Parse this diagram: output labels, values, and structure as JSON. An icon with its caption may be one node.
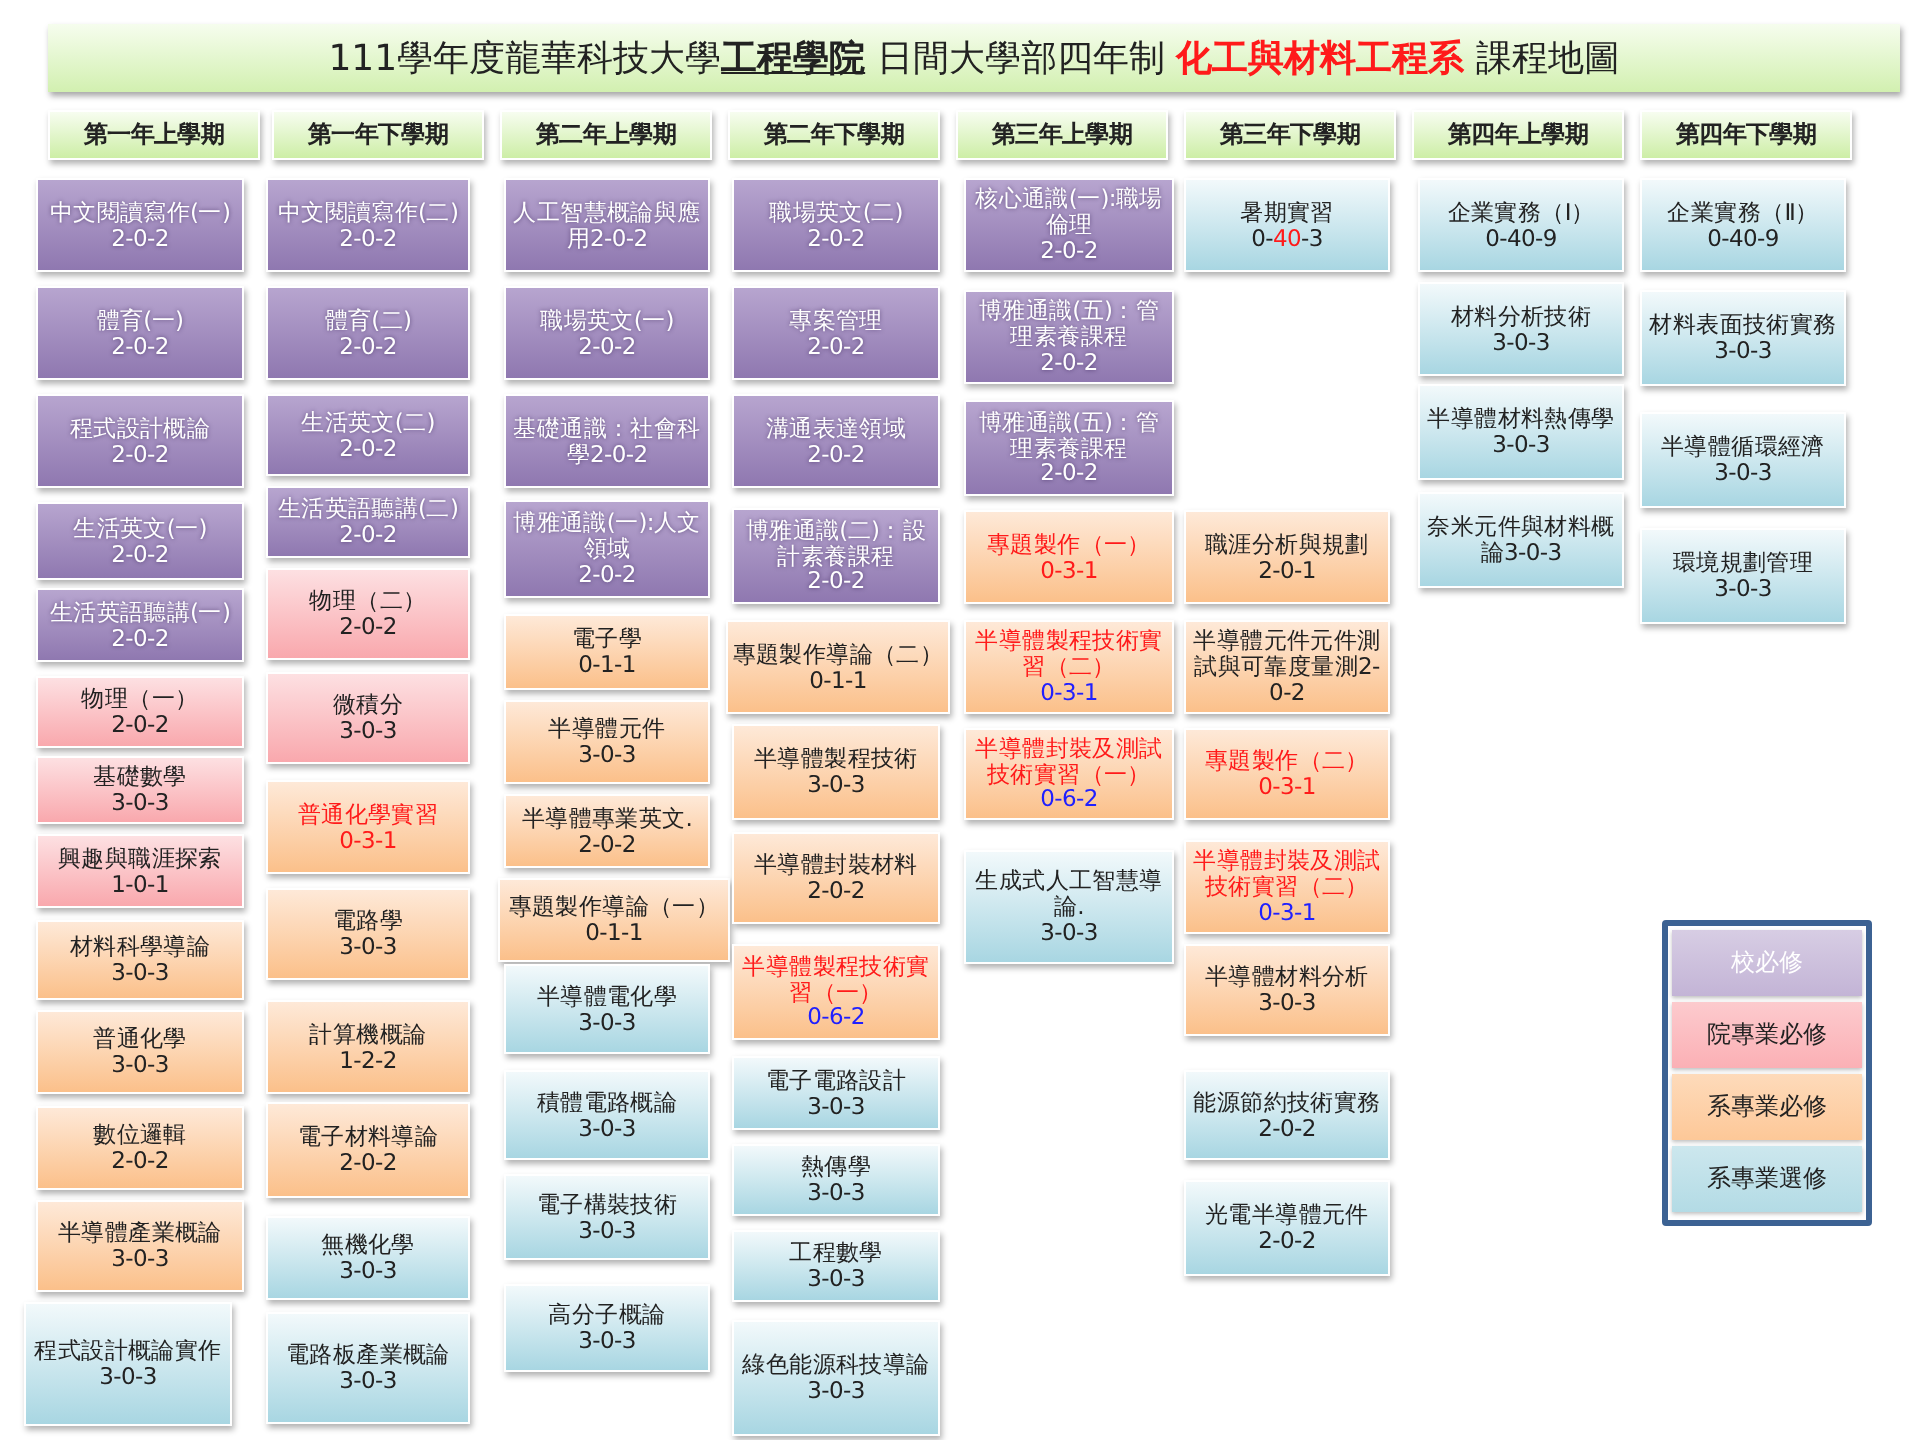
{
  "diagram": {
    "title": "111學年度龍華科技大學**工程學院** 日間大學部四年制 *化工與材料工程系* 課程地圖",
    "nodes": [
      {
        "text": [
          "第一年上學期"
        ]
      },
      {
        "text": [
          "第一年下學期"
        ]
      },
      {
        "text": [
          "第二年上學期"
        ]
      },
      {
        "text": [
          "第二年下學期"
        ]
      },
      {
        "text": [
          "第三年上學期"
        ]
      },
      {
        "text": [
          "第三年下學期"
        ]
      },
      {
        "text": [
          "第四年上學期"
        ]
      },
      {
        "text": [
          "第四年下學期"
        ]
      },
      {
        "text": [
          "中文閱讀寫作(一)",
          "2-0-2"
        ]
      },
      {
        "text": [
          "體育(一)",
          "2-0-2"
        ]
      },
      {
        "text": [
          "程式設計概論",
          "2-0-2"
        ]
      },
      {
        "text": [
          "生活英文(一)",
          "2-0-2"
        ]
      },
      {
        "text": [
          "生活英語聽講(一)",
          "2-0-2"
        ]
      },
      {
        "text": [
          "物理（一）",
          "2-0-2"
        ]
      },
      {
        "text": [
          "基礎數學",
          "3-0-3"
        ]
      },
      {
        "text": [
          "興趣與職涯探索",
          "1-0-1"
        ]
      },
      {
        "text": [
          "材料科學導論",
          "3-0-3"
        ]
      },
      {
        "text": [
          "普通化學",
          "3-0-3"
        ]
      },
      {
        "text": [
          "數位邏輯",
          "2-0-2"
        ]
      },
      {
        "text": [
          "半導體產業概論",
          "3-0-3"
        ]
      },
      {
        "text": [
          "程式設計概論實作",
          "3-0-3"
        ]
      },
      {
        "text": [
          "中文閱讀寫作(二)",
          "2-0-2"
        ]
      },
      {
        "text": [
          "體育(二)",
          "2-0-2"
        ]
      },
      {
        "text": [
          "生活英文(二)",
          "2-0-2"
        ]
      },
      {
        "text": [
          "生活英語聽講(二)",
          "2-0-2"
        ]
      },
      {
        "text": [
          "物理（二）",
          "2-0-2"
        ]
      },
      {
        "text": [
          "微積分",
          "3-0-3"
        ]
      },
      {
        "text": [
          "普通化學實習",
          "0-3-1"
        ]
      },
      {
        "text": [
          "電路學",
          "3-0-3"
        ]
      },
      {
        "text": [
          "計算機概論",
          "1-2-2"
        ]
      },
      {
        "text": [
          "電子材料導論",
          "2-0-2"
        ]
      },
      {
        "text": [
          "無機化學",
          "3-0-3"
        ]
      },
      {
        "text": [
          "電路板產業概論",
          "3-0-3"
        ]
      },
      {
        "text": [
          "人工智慧概論與應用2-0-2"
        ]
      },
      {
        "text": [
          "職場英文(一)",
          "2-0-2"
        ]
      },
      {
        "text": [
          "基礎通識：社會科學2-0-2"
        ]
      },
      {
        "text": [
          "博雅通識(一):人文領域",
          "2-0-2"
        ]
      },
      {
        "text": [
          "電子學",
          "0-1-1"
        ]
      },
      {
        "text": [
          "半導體元件",
          "3-0-3"
        ]
      },
      {
        "text": [
          "半導體專業英文.",
          "2-0-2"
        ]
      },
      {
        "text": [
          "專題製作導論（一）",
          "0-1-1"
        ]
      },
      {
        "text": [
          "半導體電化學",
          "3-0-3"
        ]
      },
      {
        "text": [
          "積體電路概論",
          "3-0-3"
        ]
      },
      {
        "text": [
          "電子構裝技術",
          "3-0-3"
        ]
      },
      {
        "text": [
          "高分子概論",
          "3-0-3"
        ]
      },
      {
        "text": [
          "職場英文(二)",
          "2-0-2"
        ]
      },
      {
        "text": [
          "專案管理",
          "2-0-2"
        ]
      },
      {
        "text": [
          "溝通表達領域",
          "2-0-2"
        ]
      },
      {
        "text": [
          "博雅通識(二)：設計素養課程",
          "2-0-2"
        ]
      },
      {
        "text": [
          "專題製作導論（二）",
          "0-1-1"
        ]
      },
      {
        "text": [
          "半導體製程技術",
          "3-0-3"
        ]
      },
      {
        "text": [
          "半導體封裝材料",
          "2-0-2"
        ]
      },
      {
        "text": [
          "半導體製程技術實習（一）",
          "0-6-2"
        ]
      },
      {
        "text": [
          "電子電路設計",
          "3-0-3"
        ]
      },
      {
        "text": [
          "熱傳學",
          "3-0-3"
        ]
      },
      {
        "text": [
          "工程數學",
          "3-0-3"
        ]
      },
      {
        "text": [
          "綠色能源科技導論",
          "3-0-3"
        ]
      },
      {
        "text": [
          "核心通識(一):職場倫理",
          "2-0-2"
        ]
      },
      {
        "text": [
          "博雅通識(五)：管理素養課程",
          "2-0-2"
        ]
      },
      {
        "text": [
          "博雅通識(五)：管理素養課程",
          "2-0-2"
        ]
      },
      {
        "text": [
          "專題製作（一）",
          "0-3-1"
        ]
      },
      {
        "text": [
          "半導體製程技術實習（二）",
          "0-3-1"
        ]
      },
      {
        "text": [
          "半導體封裝及測試技術實習（一）",
          "0-6-2"
        ]
      },
      {
        "text": [
          "生成式人工智慧導論.",
          "3-0-3"
        ]
      },
      {
        "text": [
          "暑期實習",
          "0-*40*-3"
        ]
      },
      {
        "text": [
          "職涯分析與規劃",
          "2-0-1"
        ]
      },
      {
        "text": [
          "半導體元件元件測試與可靠度量測2-0-2"
        ]
      },
      {
        "text": [
          "專題製作（二）",
          "0-3-1"
        ]
      },
      {
        "text": [
          "半導體封裝及測試技術實習（二）",
          "0-3-1"
        ]
      },
      {
        "text": [
          "半導體材料分析",
          "3-0-3"
        ]
      },
      {
        "text": [
          "能源節約技術實務2-0-2"
        ]
      },
      {
        "text": [
          "光電半導體元件",
          "2-0-2"
        ]
      },
      {
        "text": [
          "企業實務（Ⅰ）",
          "0-40-9"
        ]
      },
      {
        "text": [
          "材料分析技術",
          "3-0-3"
        ]
      },
      {
        "text": [
          "半導體材料熱傳學3-0-3"
        ]
      },
      {
        "text": [
          "奈米元件與材料概論3-0-3"
        ]
      },
      {
        "text": [
          "企業實務（Ⅱ）",
          "0-40-9"
        ]
      },
      {
        "text": [
          "材料表面技術實務3-0-3"
        ]
      },
      {
        "text": [
          "半導體循環經濟",
          "3-0-3"
        ]
      },
      {
        "text": [
          "環境規劃管理",
          "3-0-3"
        ]
      }
    ],
    "legend": [
      {
        "text": "校必修",
        "color": "#c3b4d6"
      },
      {
        "text": "院專業必修",
        "color": "#fbb0b5"
      },
      {
        "text": "系專業必修",
        "color": "#fdc898"
      },
      {
        "text": "系專業選修",
        "color": "#b3dbe5"
      }
    ]
  }
}
